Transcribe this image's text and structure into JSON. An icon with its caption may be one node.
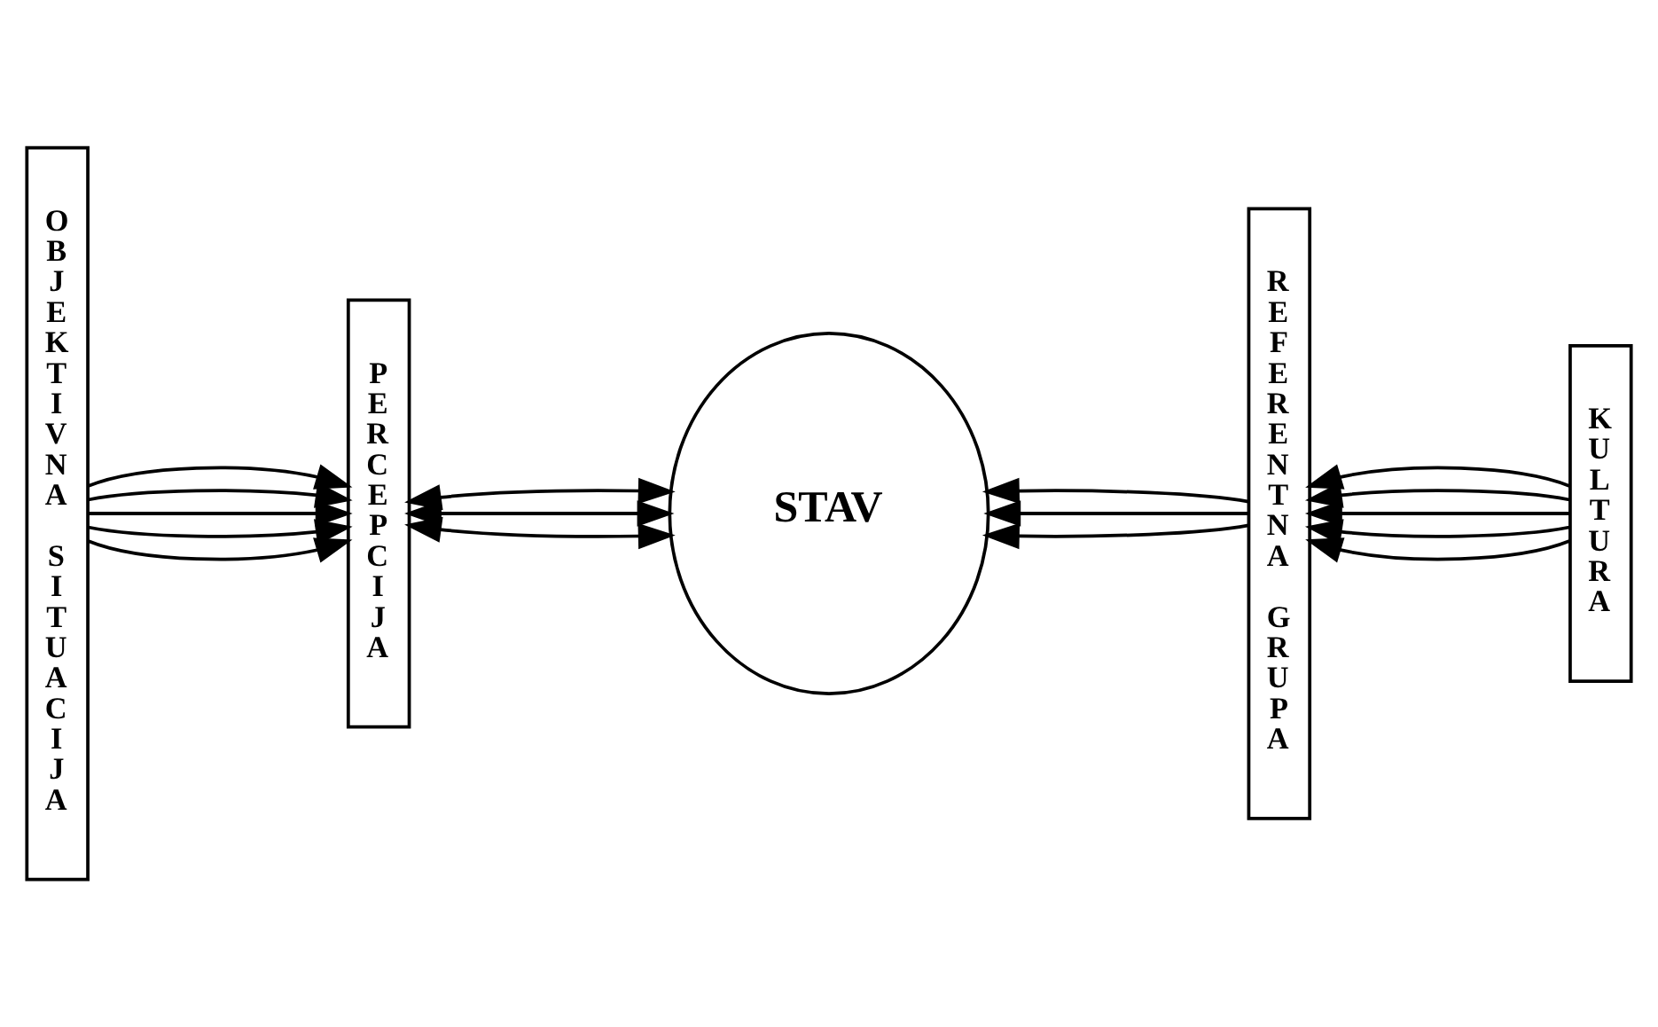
{
  "diagram": {
    "nodes": [
      {
        "text": [
          "OBJEKTIVNA SITUACIJA"
        ]
      },
      {
        "text": [
          "PERCEPCIJA"
        ]
      },
      {
        "text": [
          "STAV"
        ]
      },
      {
        "text": [
          "REFERENTNA GRUPA"
        ]
      },
      {
        "text": [
          "KULTURA"
        ]
      }
    ],
    "edges": [
      {
        "from": 0,
        "to": 1,
        "arrow": "to"
      },
      {
        "from": 0,
        "to": 1,
        "arrow": "to"
      },
      {
        "from": 0,
        "to": 1,
        "arrow": "to"
      },
      {
        "from": 0,
        "to": 1,
        "arrow": "to"
      },
      {
        "from": 0,
        "to": 1,
        "arrow": "to"
      },
      {
        "from": 1,
        "to": 2,
        "arrow": "both"
      },
      {
        "from": 1,
        "to": 2,
        "arrow": "both"
      },
      {
        "from": 1,
        "to": 2,
        "arrow": "both"
      },
      {
        "from": 3,
        "to": 2,
        "arrow": "to"
      },
      {
        "from": 3,
        "to": 2,
        "arrow": "to"
      },
      {
        "from": 3,
        "to": 2,
        "arrow": "to"
      },
      {
        "from": 4,
        "to": 3,
        "arrow": "to"
      },
      {
        "from": 4,
        "to": 3,
        "arrow": "to"
      },
      {
        "from": 4,
        "to": 3,
        "arrow": "to"
      },
      {
        "from": 4,
        "to": 3,
        "arrow": "to"
      },
      {
        "from": 4,
        "to": 3,
        "arrow": "to"
      }
    ]
  }
}
